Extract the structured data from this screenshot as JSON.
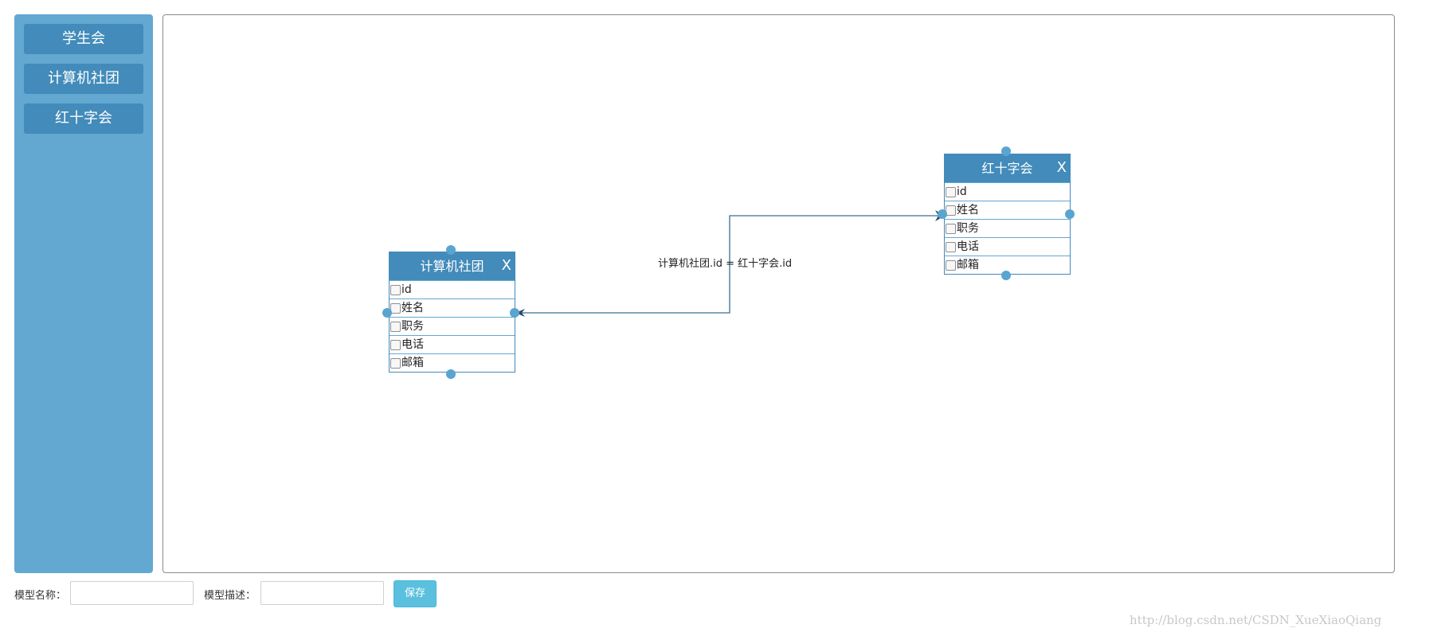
{
  "sidebar": {
    "items": [
      {
        "label": "学生会"
      },
      {
        "label": "计算机社团"
      },
      {
        "label": "红十字会"
      }
    ]
  },
  "canvas": {
    "tables": [
      {
        "title": "计算机社团",
        "close_label": "X",
        "fields": [
          "id",
          "姓名",
          "职务",
          "电话",
          "邮箱"
        ]
      },
      {
        "title": "红十字会",
        "close_label": "X",
        "fields": [
          "id",
          "姓名",
          "职务",
          "电话",
          "邮箱"
        ]
      }
    ],
    "link": {
      "label": "计算机社团.id = 红十字会.id"
    }
  },
  "form": {
    "name_label": "模型名称：",
    "name_value": "",
    "desc_label": "模型描述：",
    "desc_value": "",
    "save_label": "保存"
  },
  "watermark": "http://blog.csdn.net/CSDN_XueXiaoQiang",
  "colors": {
    "sidebar_bg": "#63a8d1",
    "header_bg": "#428bba",
    "save_button": "#5bc0de",
    "connector_dot": "#5aa4d0"
  }
}
